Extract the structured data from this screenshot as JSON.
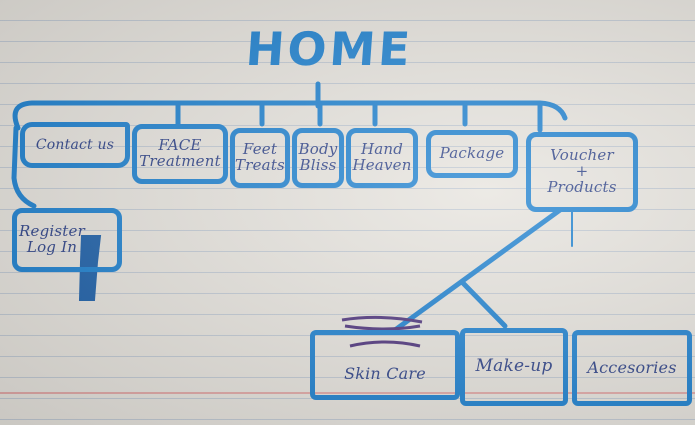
{
  "title": "HOME",
  "nodes": {
    "contact_us": "Contact us",
    "face_treatment": "FACE\nTreatment",
    "feet_treats": "Feet\nTreats",
    "body_bliss": "Body\nBliss",
    "hand_heaven": "Hand\nHeaven",
    "package": "Package",
    "voucher_products": "Voucher\n+\nProducts",
    "register_login": "Register\nLog In",
    "skin_care": "Skin Care",
    "make_up": "Make-up",
    "accessories": "Accesories"
  },
  "colors": {
    "marker_ink": "#1a7fcf",
    "pen_ink": "#2a3f86",
    "paper": "#e6e3dd"
  }
}
